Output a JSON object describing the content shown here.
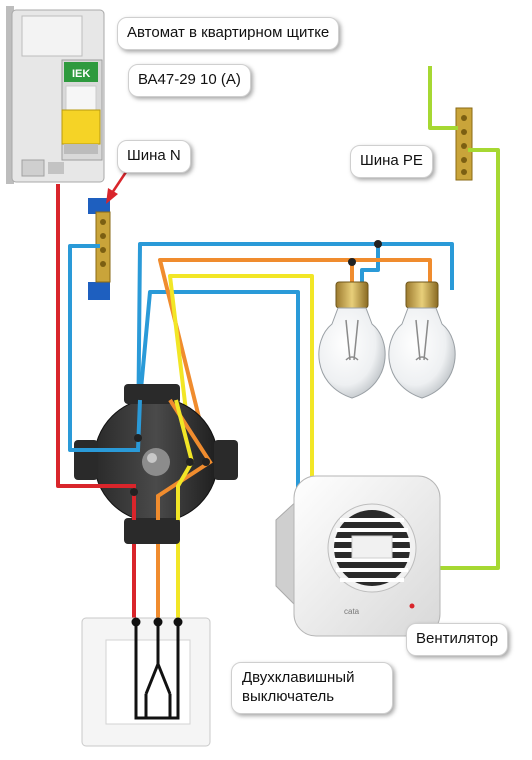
{
  "labels": {
    "breaker": "Автомат в квартирном щитке",
    "breaker_model": "ВА47-29 10 (А)",
    "bus_n": "Шина N",
    "bus_pe": "Шина PE",
    "fan": "Вентилятор",
    "switch": "Двухклавишный выключатель"
  },
  "device_markings": {
    "breaker_brand": "IEK",
    "fan_brand": "cata"
  },
  "wire_colors": {
    "phase": "#d9252b",
    "neutral": "#2a9ad8",
    "ground": "#a6d832",
    "switched_lamps": "#f08c2e",
    "switched_fan": "#f2e626"
  },
  "icons": {
    "breaker": "circuit-breaker-icon",
    "bus_n": "neutral-bus-bar-icon",
    "bus_pe": "ground-bus-bar-icon",
    "lamp": "light-bulb-icon",
    "junction_box": "junction-box-icon",
    "fan": "exhaust-fan-icon",
    "switch": "double-switch-icon",
    "pointer": "red-arrow-icon"
  }
}
